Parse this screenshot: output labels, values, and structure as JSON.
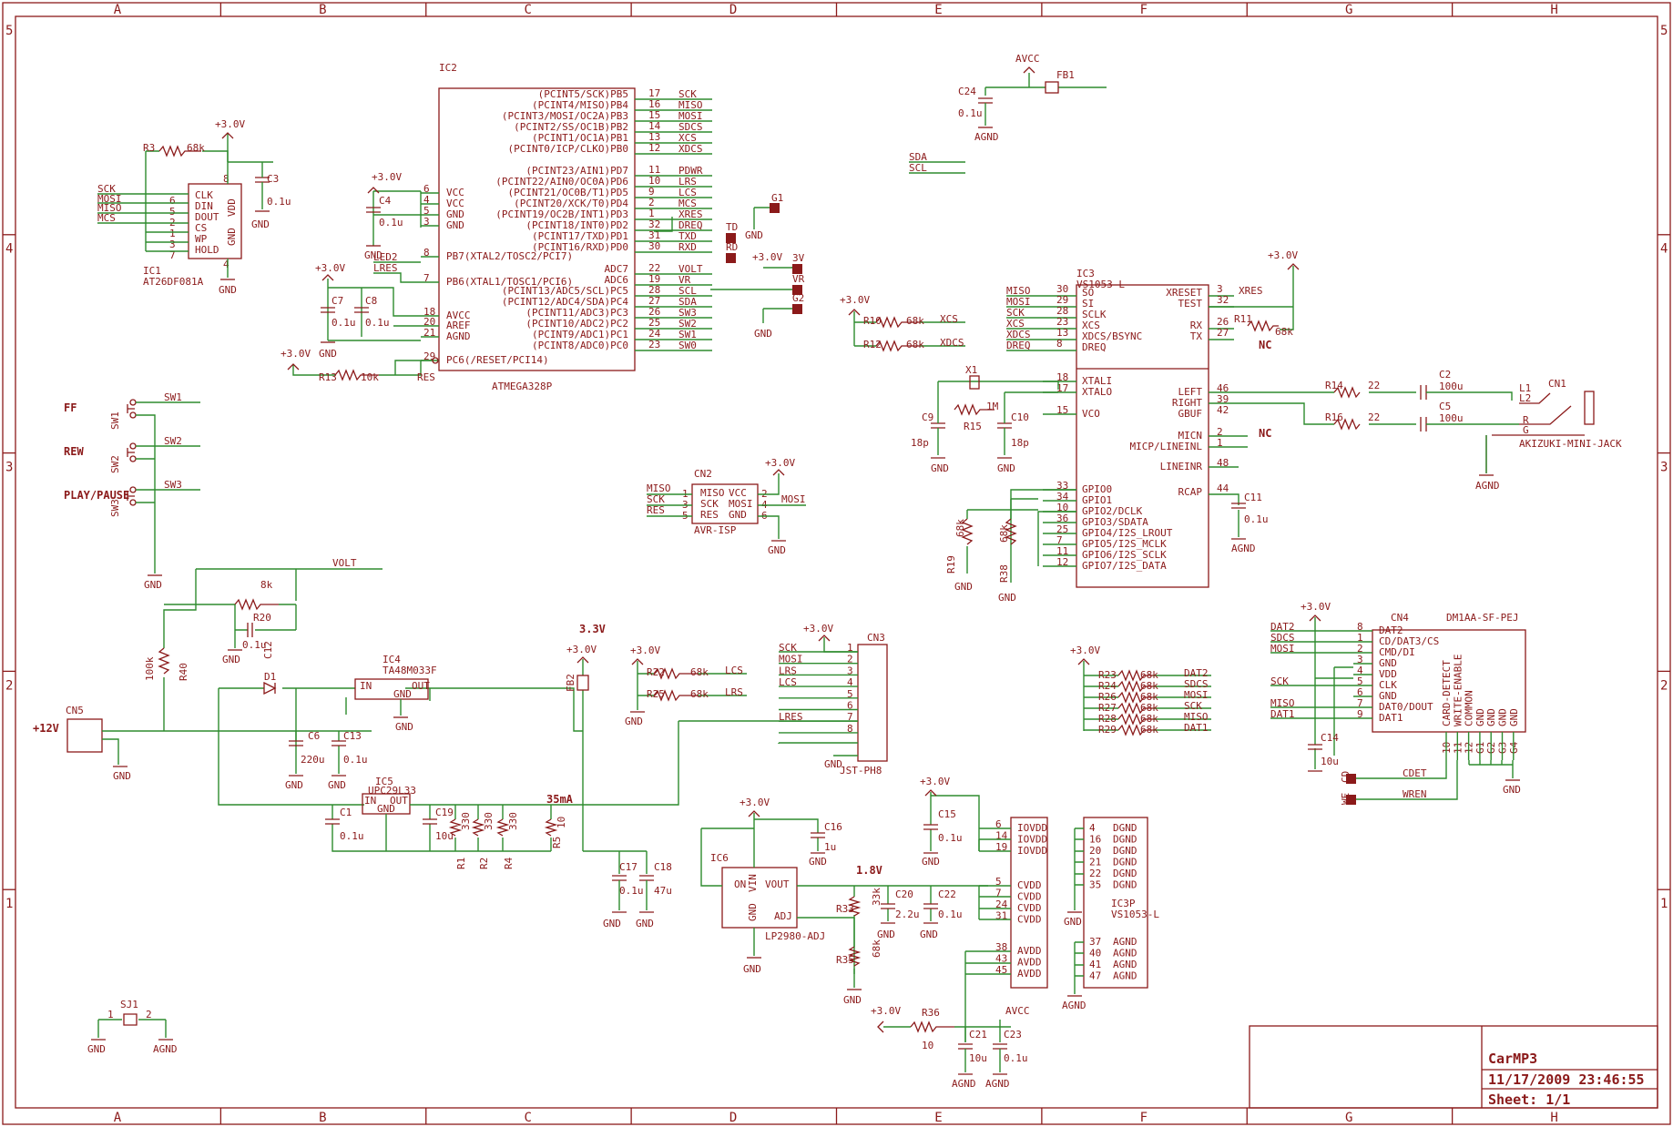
{
  "frame": {
    "cols": [
      "A",
      "B",
      "C",
      "D",
      "E",
      "F",
      "G",
      "H"
    ],
    "rows": [
      "5",
      "4",
      "3",
      "2",
      "1"
    ]
  },
  "title_block": {
    "name": "CarMP3",
    "date": "11/17/2009 23:46:55",
    "sheet": "Sheet: 1/1"
  },
  "ic1": {
    "ref": "IC1",
    "part": "AT26DF081A",
    "pins": [
      "CLK",
      "DIN",
      "DOUT",
      "CS",
      "WP",
      "HOLD",
      "VDD",
      "GND"
    ],
    "nums": [
      "6",
      "5",
      "2",
      "1",
      "3",
      "7",
      "8",
      "4"
    ],
    "nets": [
      "SCK",
      "MOSI",
      "MISO",
      "MCS"
    ],
    "r3": "R3",
    "r3v": "68k",
    "pwr": "+3.0V",
    "c3": "C3",
    "c3v": "0.1u",
    "gnd": "GND"
  },
  "ic2": {
    "ref": "IC2",
    "part": "ATMEGA328P",
    "right_pins": [
      {
        "n": "17",
        "p": "(PCINT5/SCK)PB5",
        "net": "SCK"
      },
      {
        "n": "16",
        "p": "(PCINT4/MISO)PB4",
        "net": "MISO"
      },
      {
        "n": "15",
        "p": "(PCINT3/MOSI/OC2A)PB3",
        "net": "MOSI"
      },
      {
        "n": "14",
        "p": "(PCINT2/SS/OC1B)PB2",
        "net": "SDCS"
      },
      {
        "n": "13",
        "p": "(PCINT1/OC1A)PB1",
        "net": "XCS"
      },
      {
        "n": "12",
        "p": "(PCINT0/ICP/CLKO)PB0",
        "net": "XDCS"
      },
      {
        "n": "11",
        "p": "(PCINT23/AIN1)PD7",
        "net": "PDWR"
      },
      {
        "n": "10",
        "p": "(PCINT22/AIN0/OC0A)PD6",
        "net": "LRS"
      },
      {
        "n": "9",
        "p": "(PCINT21/OC0B/T1)PD5",
        "net": "LCS"
      },
      {
        "n": "2",
        "p": "(PCINT20/XCK/T0)PD4",
        "net": "MCS"
      },
      {
        "n": "1",
        "p": "(PCINT19/OC2B/INT1)PD3",
        "net": "XRES"
      },
      {
        "n": "32",
        "p": "(PCINT18/INT0)PD2",
        "net": "DREQ"
      },
      {
        "n": "31",
        "p": "(PCINT17/TXD)PD1",
        "net": "TXD"
      },
      {
        "n": "30",
        "p": "(PCINT16/RXD)PD0",
        "net": "RXD"
      },
      {
        "n": "22",
        "p": "ADC7",
        "net": "VOLT"
      },
      {
        "n": "19",
        "p": "ADC6",
        "net": "VR"
      },
      {
        "n": "28",
        "p": "(PCINT13/ADC5/SCL)PC5",
        "net": "SCL"
      },
      {
        "n": "27",
        "p": "(PCINT12/ADC4/SDA)PC4",
        "net": "SDA"
      },
      {
        "n": "26",
        "p": "(PCINT11/ADC3)PC3",
        "net": "SW3"
      },
      {
        "n": "25",
        "p": "(PCINT10/ADC2)PC2",
        "net": "SW2"
      },
      {
        "n": "24",
        "p": "(PCINT9/ADC1)PC1",
        "net": "SW1"
      },
      {
        "n": "23",
        "p": "(PCINT8/ADC0)PC0",
        "net": "SW0"
      }
    ],
    "left_pins": [
      {
        "n": "6",
        "p": "VCC"
      },
      {
        "n": "4",
        "p": "VCC"
      },
      {
        "n": "5",
        "p": "GND"
      },
      {
        "n": "3",
        "p": "GND"
      },
      {
        "n": "8",
        "p": "PB7(XTAL2/TOSC2/PCI7)"
      },
      {
        "n": "7",
        "p": "PB6(XTAL1/TOSC1/PCI6)"
      },
      {
        "n": "18",
        "p": "AVCC"
      },
      {
        "n": "20",
        "p": "AREF"
      },
      {
        "n": "21",
        "p": "AGND"
      },
      {
        "n": "29",
        "p": "PC6(/RESET/PCI14)"
      }
    ],
    "led2": "LED2",
    "lres": "LRES",
    "c4": "C4",
    "c4v": "0.1u",
    "c7": "C7",
    "c7v": "0.1u",
    "c8": "C8",
    "c8v": "0.1u",
    "r13": "R13",
    "r13v": "10k",
    "res": "RES",
    "pwr": "+3.0V",
    "gnd": "GND"
  },
  "pads": {
    "g1": "G1",
    "td": "TD",
    "rd": "RD",
    "sv": "3V",
    "vr": "VR",
    "g2": "G2",
    "gnd": "GND",
    "pwr": "+3.0V"
  },
  "misc": {
    "sda": "SDA",
    "scl": "SCL",
    "avcc": "AVCC",
    "fb1": "FB1",
    "c24": "C24",
    "c24v": "0.1u",
    "agnd": "AGND"
  },
  "ic3": {
    "ref": "IC3",
    "part": "VS1053-L",
    "left": [
      {
        "n": "30",
        "p": "SO",
        "net": "MISO"
      },
      {
        "n": "29",
        "p": "SI",
        "net": "MOSI"
      },
      {
        "n": "28",
        "p": "SCLK",
        "net": "SCK"
      },
      {
        "n": "23",
        "p": "XCS",
        "net": "XCS"
      },
      {
        "n": "13",
        "p": "XDCS/BSYNC",
        "net": "XDCS"
      },
      {
        "n": "8",
        "p": "DREQ",
        "net": "DREQ"
      }
    ],
    "right": [
      {
        "n": "3",
        "p": "XRESET",
        "net": "XRES"
      },
      {
        "n": "32",
        "p": "TEST",
        "net": ""
      },
      {
        "n": "26",
        "p": "RX",
        "net": ""
      },
      {
        "n": "27",
        "p": "TX",
        "net": ""
      }
    ],
    "left2": [
      {
        "n": "18",
        "p": "XTALI"
      },
      {
        "n": "17",
        "p": "XTALO"
      },
      {
        "n": "15",
        "p": "VCO"
      },
      {
        "n": "33",
        "p": "GPIO0"
      },
      {
        "n": "34",
        "p": "GPIO1"
      },
      {
        "n": "10",
        "p": "GPIO2/DCLK"
      },
      {
        "n": "36",
        "p": "GPIO3/SDATA"
      },
      {
        "n": "25",
        "p": "GPIO4/I2S_LROUT"
      },
      {
        "n": "7",
        "p": "GPIO5/I2S_MCLK"
      },
      {
        "n": "11",
        "p": "GPIO6/I2S_SCLK"
      },
      {
        "n": "12",
        "p": "GPIO7/I2S_DATA"
      }
    ],
    "right2": [
      {
        "n": "46",
        "p": "LEFT"
      },
      {
        "n": "39",
        "p": "RIGHT"
      },
      {
        "n": "42",
        "p": "GBUF"
      },
      {
        "n": "2",
        "p": "MICN"
      },
      {
        "n": "1",
        "p": "MICP/LINEINL"
      },
      {
        "n": "48",
        "p": "LINEINR"
      },
      {
        "n": "44",
        "p": "RCAP"
      }
    ],
    "r11": "R11",
    "r11v": "68k",
    "nc": "NC",
    "pwr": "+3.0V",
    "r10": "R10",
    "r10v": "68k",
    "r12": "R12",
    "r12v": "68k",
    "xcs": "XCS",
    "xdcs": "XDCS",
    "x1": "X1",
    "r15": "R15",
    "r15v": "1M",
    "c9": "C9",
    "c9v": "18p",
    "c10": "C10",
    "c10v": "18p",
    "c11": "C11",
    "c11v": "0.1u",
    "r19": "R19",
    "r19v": "68k",
    "r38": "R38",
    "r38v": "68k",
    "gnd": "GND",
    "agnd": "AGND"
  },
  "audio": {
    "r14": "R14",
    "r14v": "22",
    "r16": "R16",
    "r16v": "22",
    "c2": "C2",
    "c2v": "100u",
    "c5": "C5",
    "c5v": "100u",
    "cn1": "CN1",
    "l1": "L1",
    "l2": "L2",
    "r": "R",
    "g": "G",
    "jack": "AKIZUKI-MINI-JACK",
    "agnd": "AGND"
  },
  "switches": {
    "ff": "FF",
    "rew": "REW",
    "pp": "PLAY/PAUSE",
    "sw1": "SW1",
    "sw2": "SW2",
    "sw3": "SW3",
    "gnd": "GND"
  },
  "cn2": {
    "ref": "CN2",
    "part": "AVR-ISP",
    "left": [
      "MISO",
      "SCK",
      "RES"
    ],
    "lnum": [
      "1",
      "3",
      "5"
    ],
    "lp": [
      "MISO",
      "SCK",
      "RES"
    ],
    "rp": [
      "VCC",
      "MOSI",
      "GND"
    ],
    "rnum": [
      "2",
      "4",
      "6"
    ],
    "mosi": "MOSI",
    "pwr": "+3.0V",
    "gnd": "GND"
  },
  "power": {
    "volt": "VOLT",
    "r20": "R20",
    "r20v": "8k",
    "c12": "C12",
    "c12v": "0.1u",
    "r40": "R40",
    "r40v": "100k",
    "cn5": "CN5",
    "v12": "+12V",
    "d1": "D1",
    "ic4": "IC4",
    "ic4p": "TA48M033F",
    "in": "IN",
    "out": "OUT",
    "gnd": "GND",
    "c6": "C6",
    "c6v": "220u",
    "c13": "C13",
    "c13v": "0.1u",
    "ic5": "IC5",
    "ic5p": "UPC29L33",
    "c1": "C1",
    "c1v": "0.1u",
    "c19": "C19",
    "c19v": "10u",
    "r1": "R1",
    "r2": "R2",
    "r4": "R4",
    "r330": "330",
    "r5": "R5",
    "r5v": "10",
    "ma": "35mA",
    "v33": "3.3V",
    "pwr": "+3.0V",
    "fb2": "FB2",
    "c17": "C17",
    "c17v": "0.1u",
    "c18": "C18",
    "c18v": "47u"
  },
  "cn3": {
    "ref": "CN3",
    "part": "JST-PH8",
    "r22": "R22",
    "r22v": "68k",
    "lcs": "LCS",
    "r25": "R25",
    "r25v": "68k",
    "lrs": "LRS",
    "nets": [
      "SCK",
      "MOSI",
      "LRS",
      "LCS",
      "",
      "",
      "LRES",
      ""
    ],
    "nums": [
      "1",
      "2",
      "3",
      "4",
      "5",
      "6",
      "7",
      "8"
    ],
    "pwr": "+3.0V",
    "gnd": "GND"
  },
  "ic6": {
    "ref": "IC6",
    "part": "LP2980-ADJ",
    "on": "ON",
    "vin": "VIN",
    "vout": "VOUT",
    "gndp": "GND",
    "adj": "ADJ",
    "c16": "C16",
    "c16v": "1u",
    "v18": "1.8V",
    "r33": "R33",
    "r33v": "33k",
    "r35": "R35",
    "r35v": "68k",
    "c20": "C20",
    "c20v": "2.2u",
    "c22": "C22",
    "c22v": "0.1u",
    "pwr": "+3.0V",
    "gnd": "GND"
  },
  "ic3p": {
    "ref": "IC3P",
    "part": "VS1053-L",
    "c15": "C15",
    "c15v": "0.1u",
    "iovdd": [
      {
        "n": "6",
        "p": "IOVDD"
      },
      {
        "n": "14",
        "p": "IOVDD"
      },
      {
        "n": "19",
        "p": "IOVDD"
      }
    ],
    "cvdd": [
      {
        "n": "5",
        "p": "CVDD"
      },
      {
        "n": "7",
        "p": "CVDD"
      },
      {
        "n": "24",
        "p": "CVDD"
      },
      {
        "n": "31",
        "p": "CVDD"
      }
    ],
    "avdd": [
      {
        "n": "38",
        "p": "AVDD"
      },
      {
        "n": "43",
        "p": "AVDD"
      },
      {
        "n": "45",
        "p": "AVDD"
      }
    ],
    "dgnd": [
      {
        "n": "4",
        "p": "DGND"
      },
      {
        "n": "16",
        "p": "DGND"
      },
      {
        "n": "20",
        "p": "DGND"
      },
      {
        "n": "21",
        "p": "DGND"
      },
      {
        "n": "22",
        "p": "DGND"
      },
      {
        "n": "35",
        "p": "DGND"
      }
    ],
    "agnd": [
      {
        "n": "37",
        "p": "AGND"
      },
      {
        "n": "40",
        "p": "AGND"
      },
      {
        "n": "41",
        "p": "AGND"
      },
      {
        "n": "47",
        "p": "AGND"
      }
    ],
    "r36": "R36",
    "r36v": "10",
    "c21": "C21",
    "c21v": "10u",
    "c23": "C23",
    "c23v": "0.1u",
    "avcc": "AVCC",
    "agndl": "AGND",
    "pwr": "+3.0V",
    "gnd": "GND"
  },
  "pullups": {
    "pwr": "+3.0V",
    "rows": [
      {
        "r": "R23",
        "v": "68k",
        "net": "DAT2"
      },
      {
        "r": "R24",
        "v": "68k",
        "net": "SDCS"
      },
      {
        "r": "R26",
        "v": "68k",
        "net": "MOSI"
      },
      {
        "r": "R27",
        "v": "68k",
        "net": "SCK"
      },
      {
        "r": "R28",
        "v": "68k",
        "net": "MISO"
      },
      {
        "r": "R29",
        "v": "68k",
        "net": "DAT1"
      }
    ]
  },
  "cn4": {
    "ref": "CN4",
    "part": "DM1AA-SF-PEJ",
    "pins": [
      {
        "n": "8",
        "p": "DAT2",
        "net": "DAT2"
      },
      {
        "n": "1",
        "p": "CD/DAT3/CS",
        "net": "SDCS"
      },
      {
        "n": "2",
        "p": "CMD/DI",
        "net": "MOSI"
      },
      {
        "n": "3",
        "p": "GND",
        "net": ""
      },
      {
        "n": "4",
        "p": "VDD",
        "net": ""
      },
      {
        "n": "5",
        "p": "CLK",
        "net": "SCK"
      },
      {
        "n": "6",
        "p": "GND",
        "net": ""
      },
      {
        "n": "7",
        "p": "DAT0/DOUT",
        "net": "MISO"
      },
      {
        "n": "9",
        "p": "DAT1",
        "net": "DAT1"
      }
    ],
    "vert": [
      "CARD-DETECT",
      "WRITE-ENABLE",
      "COMMON",
      "GND",
      "GND",
      "GND",
      "GND"
    ],
    "vnum": [
      "10",
      "11",
      "12",
      "G1",
      "G2",
      "G3",
      "G4"
    ],
    "c14": "C14",
    "c14v": "10u",
    "cdet": "CDET",
    "wren": "WREN",
    "cd": "CD",
    "we": "WE",
    "pwr": "+3.0V",
    "gnd": "GND"
  },
  "sj1": {
    "ref": "SJ1",
    "n1": "1",
    "n2": "2",
    "gnd": "GND",
    "agnd": "AGND"
  }
}
